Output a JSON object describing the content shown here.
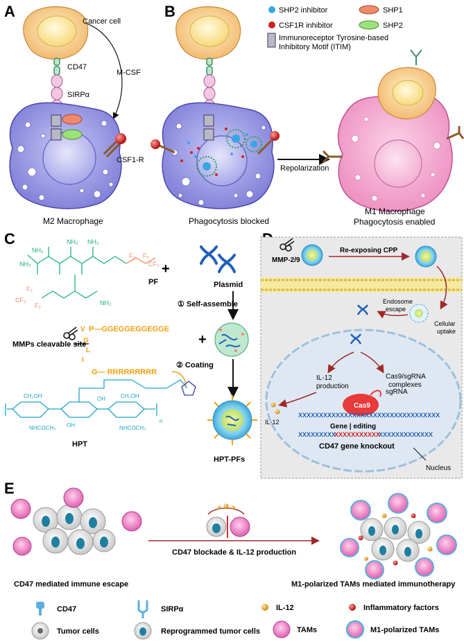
{
  "panels": {
    "a": "A",
    "b": "B",
    "c": "C",
    "d": "D",
    "e": "E"
  },
  "a": {
    "cancer_cell": "Cancer cell",
    "cd47": "CD47",
    "sirpa": "SIRPα",
    "mcsf": "M-CSF",
    "csf1r": "CSF1-R",
    "caption": "M2 Macrophage"
  },
  "b": {
    "legend": {
      "shp2_inhibitor": "SHP2 inhibitor",
      "csf1r_inhibitor": "CSF1R inhibitor",
      "itim_line1": "Immunoreceptor Tyrosine-based",
      "itim_line2": "Inhibitory Motif (ITIM)",
      "shp1": "SHP1",
      "shp2": "SHP2"
    },
    "repolarization": "Repolarization",
    "caption_left": "Phagocytosis blocked",
    "caption_right_line1": "M1 Macrophage",
    "caption_right_line2": "Phagocytosis enabled"
  },
  "c": {
    "pf": "PF",
    "plasmid": "Plasmid",
    "step1": "① Self-assemble",
    "peptide1": "P—GGEGGEGGEGGE",
    "cleavable_site": "MMPs cleavable site",
    "cleave_letters": {
      "v": "V",
      "g1": "G",
      "l": "L",
      "i": "I"
    },
    "peptide2": "G— RRRRRRRRR",
    "step2": "② Coating",
    "hpt": "HPT",
    "hpt_pfs": "HPT-PFs",
    "chem": {
      "nh2": "NH₂",
      "cf3": "CF₃",
      "f2": "F₂",
      "ch2oh": "CH₂OH",
      "nhcoch3": "NHCOCH₃",
      "oh": "OH",
      "n": "n"
    }
  },
  "d": {
    "mmp": "MMP-2/9",
    "reexposing": "Re-exposing CPP",
    "cellular_uptake_1": "Cellular",
    "cellular_uptake_2": "uptake",
    "endosome_1": "Endosome",
    "endosome_2": "escape",
    "il12_production_1": "IL-12",
    "il12_production_2": "production",
    "cas9_complex_1": "Cas9/sgRNA",
    "cas9_complex_2": "complexes",
    "sgrna": "sgRNA",
    "cas9": "Cas9",
    "il12": "IL-12",
    "gene_editing": "Gene | editing",
    "knockout": "CD47 gene knockout",
    "nucleus": "Nucleus"
  },
  "e": {
    "blockade": "CD47 blockade & IL-12 production",
    "left_caption": "CD47 mediated immune escape",
    "right_caption": "M1-polarized TAMs mediated immunotherapy",
    "legend": {
      "cd47": "CD47",
      "sirpa": "SIRPα",
      "il12": "IL-12",
      "inflammatory": "Inflammatory factors",
      "tumor": "Tumor cells",
      "reprogrammed": "Reprogrammed tumor cells",
      "tams": "TAMs",
      "m1tams": "M1-polarized TAMs"
    }
  },
  "colors": {
    "macrophage_m2": "#8f8ee0",
    "macrophage_m1": "#f4a6cf",
    "cancer_cell": "#f5c27a",
    "nucleus_cancer": "#fbe59a",
    "shp1": "#f08a6a",
    "shp2": "#9be27a",
    "shp2_inhibitor": "#38a7e0",
    "csf1r_inhibitor": "#d02020",
    "pf_green": "#1fae7e",
    "pf_salmon": "#f08a6a",
    "peptide_orange": "#f0a010",
    "hpt_blue": "#1fa4c8",
    "dna_blue": "#1f5fb8",
    "arrow_red": "#b03030",
    "membrane_yellow": "#f0d060"
  },
  "icons": [
    "scissors-icon",
    "dna-plasmid-icon",
    "nanoparticle-icon",
    "cas9-icon"
  ]
}
